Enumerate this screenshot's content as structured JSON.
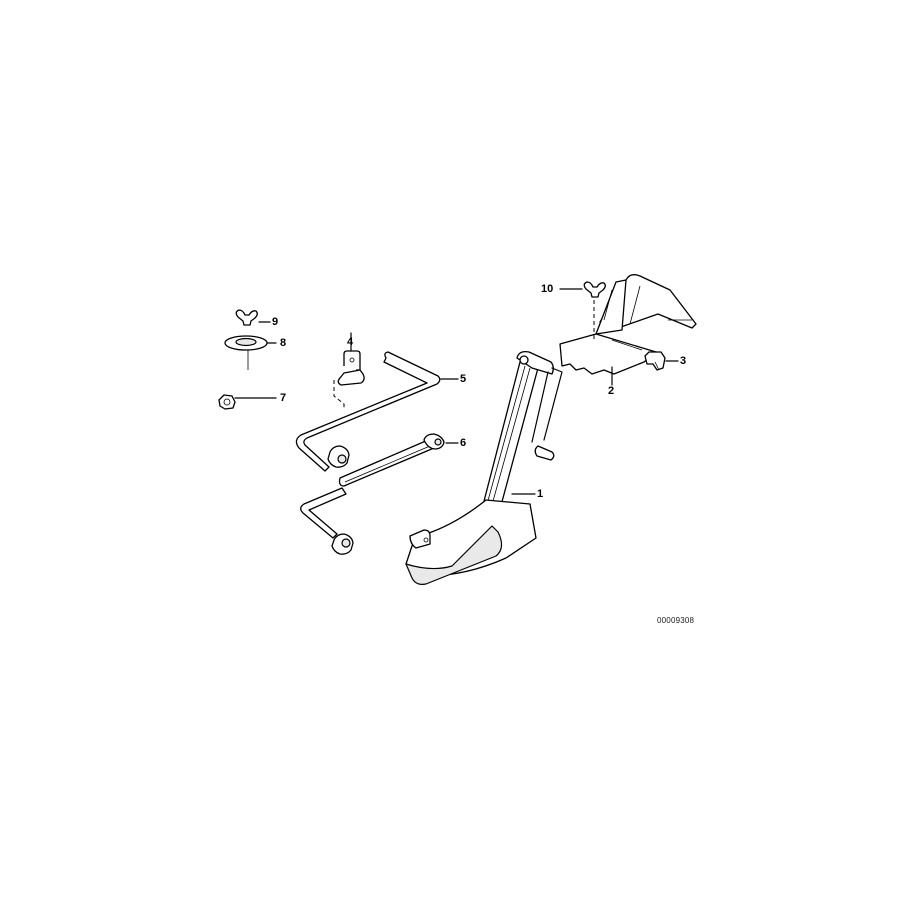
{
  "diagram": {
    "type": "exploded-parts-view",
    "drawing_number": "00009308",
    "callouts": [
      {
        "number": "1",
        "part": "jack"
      },
      {
        "number": "2",
        "part": "jack-holder-bracket"
      },
      {
        "number": "3",
        "part": "clip"
      },
      {
        "number": "4",
        "part": "holder-clip"
      },
      {
        "number": "5",
        "part": "crank-lug-wrench"
      },
      {
        "number": "6",
        "part": "box-wrench"
      },
      {
        "number": "7",
        "part": "nut-clip"
      },
      {
        "number": "8",
        "part": "washer"
      },
      {
        "number": "9",
        "part": "wing-nut"
      },
      {
        "number": "10",
        "part": "wing-nut"
      }
    ]
  }
}
